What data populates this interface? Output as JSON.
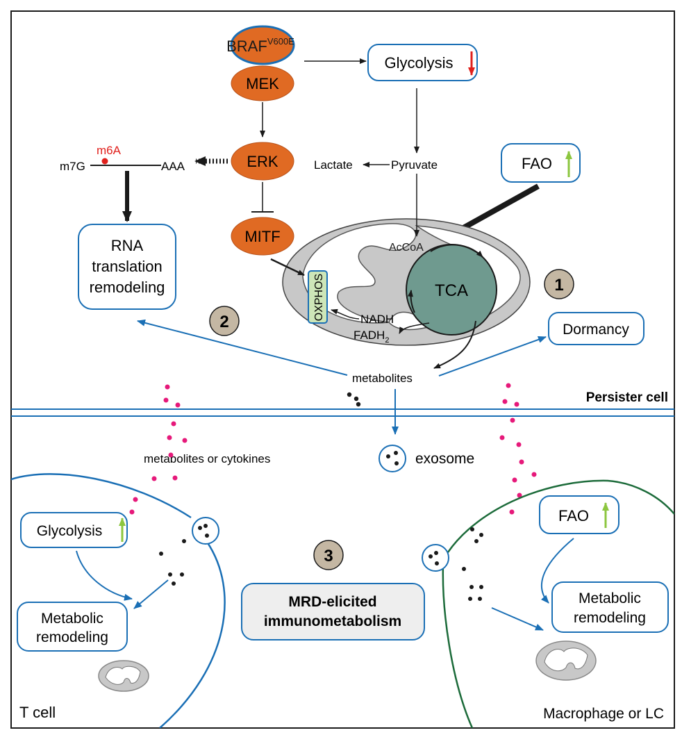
{
  "colors": {
    "box_stroke": "#1a6fb5",
    "arrow_blue": "#1a6fb5",
    "ellipse_fill": "#e06a23",
    "ellipse_stroke": "#b8521a",
    "badge_fill": "#c4b7a3",
    "tca_fill": "#6f9a8f",
    "mito_fill": "#c8c8c8",
    "oxphos_fill": "#cde6b8",
    "dot_pink": "#e6197a",
    "down_arrow_red": "#e0201c",
    "up_arrow_green": "#8cc63f",
    "macrophage_stroke": "#1c6b3a",
    "m6a_red": "#e0201c"
  },
  "persister": {
    "braf": "BRAF",
    "braf_sup": "V600E",
    "mek": "MEK",
    "erk": "ERK",
    "mitf": "MITF",
    "glycolysis": "Glycolysis",
    "lactate": "Lactate",
    "pyruvate": "Pyruvate",
    "fao": "FAO",
    "m6a": "m6A",
    "m7g": "m7G",
    "aaa": "AAA",
    "rna_line1": "RNA",
    "rna_line2": "translation",
    "rna_line3": "remodeling",
    "acoa": "AcCoA",
    "tca": "TCA",
    "oxphos": "OXPHOS",
    "nadh": "NADH",
    "fadh_base": "FADH",
    "fadh_sub": "2",
    "dormancy": "Dormancy",
    "metabolites": "metabolites",
    "badge1": "1",
    "badge2": "2",
    "label": "Persister cell"
  },
  "micro": {
    "metabolites_cytokines": "metabolites or cytokines",
    "exosome": "exosome",
    "badge3": "3",
    "mrd_line1": "MRD-elicited",
    "mrd_line2": "immunometabolism"
  },
  "tcell": {
    "glycolysis": "Glycolysis",
    "remodel_line1": "Metabolic",
    "remodel_line2": "remodeling",
    "label": "T cell"
  },
  "macrophage": {
    "fao": "FAO",
    "remodel_line1": "Metabolic",
    "remodel_line2": "remodeling",
    "label": "Macrophage or LC"
  }
}
